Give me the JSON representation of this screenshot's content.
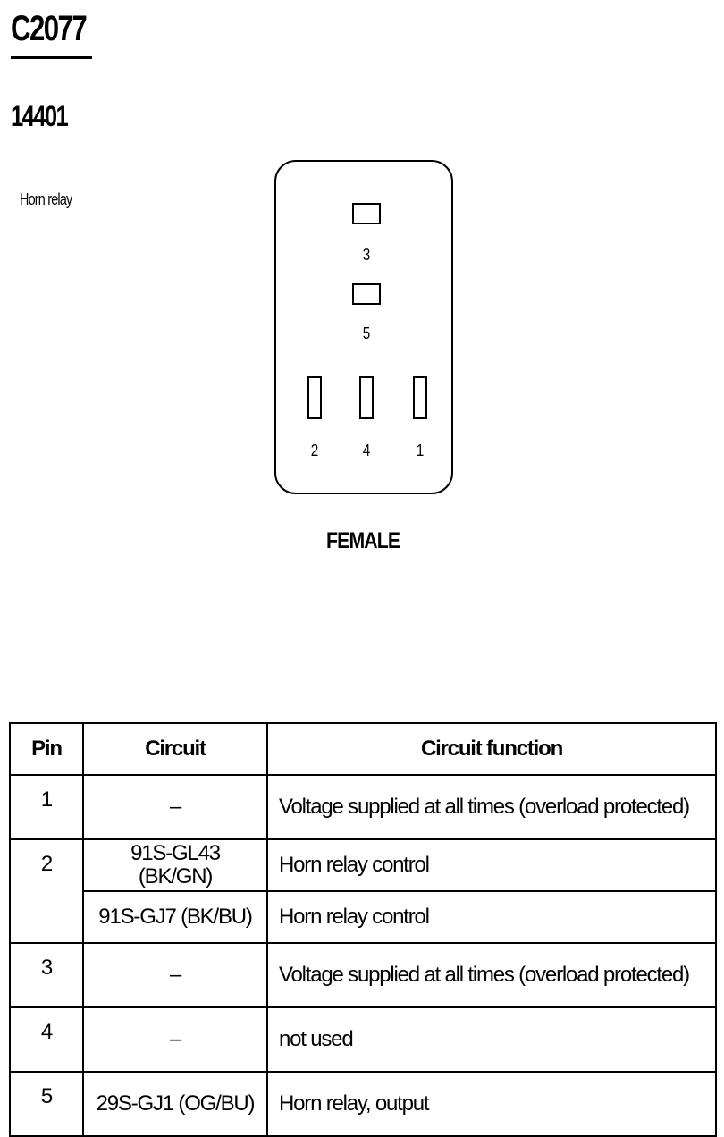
{
  "connector": {
    "id": "C2077",
    "part_number": "14401",
    "component": "Horn relay",
    "gender": "FEMALE",
    "pins": [
      {
        "label": "3"
      },
      {
        "label": "5"
      },
      {
        "label": "2"
      },
      {
        "label": "4"
      },
      {
        "label": "1"
      }
    ]
  },
  "table": {
    "headers": [
      "Pin",
      "Circuit",
      "Circuit function"
    ],
    "rows": [
      {
        "pin": "1",
        "circuit": "–",
        "function": "Voltage supplied at all times (overload protected)"
      },
      {
        "pin": "2",
        "circuit": "91S-GL43 (BK/GN)",
        "function": "Horn relay control"
      },
      {
        "pin": "",
        "circuit": "91S-GJ7 (BK/BU)",
        "function": "Horn relay control"
      },
      {
        "pin": "3",
        "circuit": "–",
        "function": "Voltage supplied at all times (overload protected)"
      },
      {
        "pin": "4",
        "circuit": "–",
        "function": "not used"
      },
      {
        "pin": "5",
        "circuit": "29S-GJ1 (OG/BU)",
        "function": "Horn relay, output"
      }
    ]
  }
}
